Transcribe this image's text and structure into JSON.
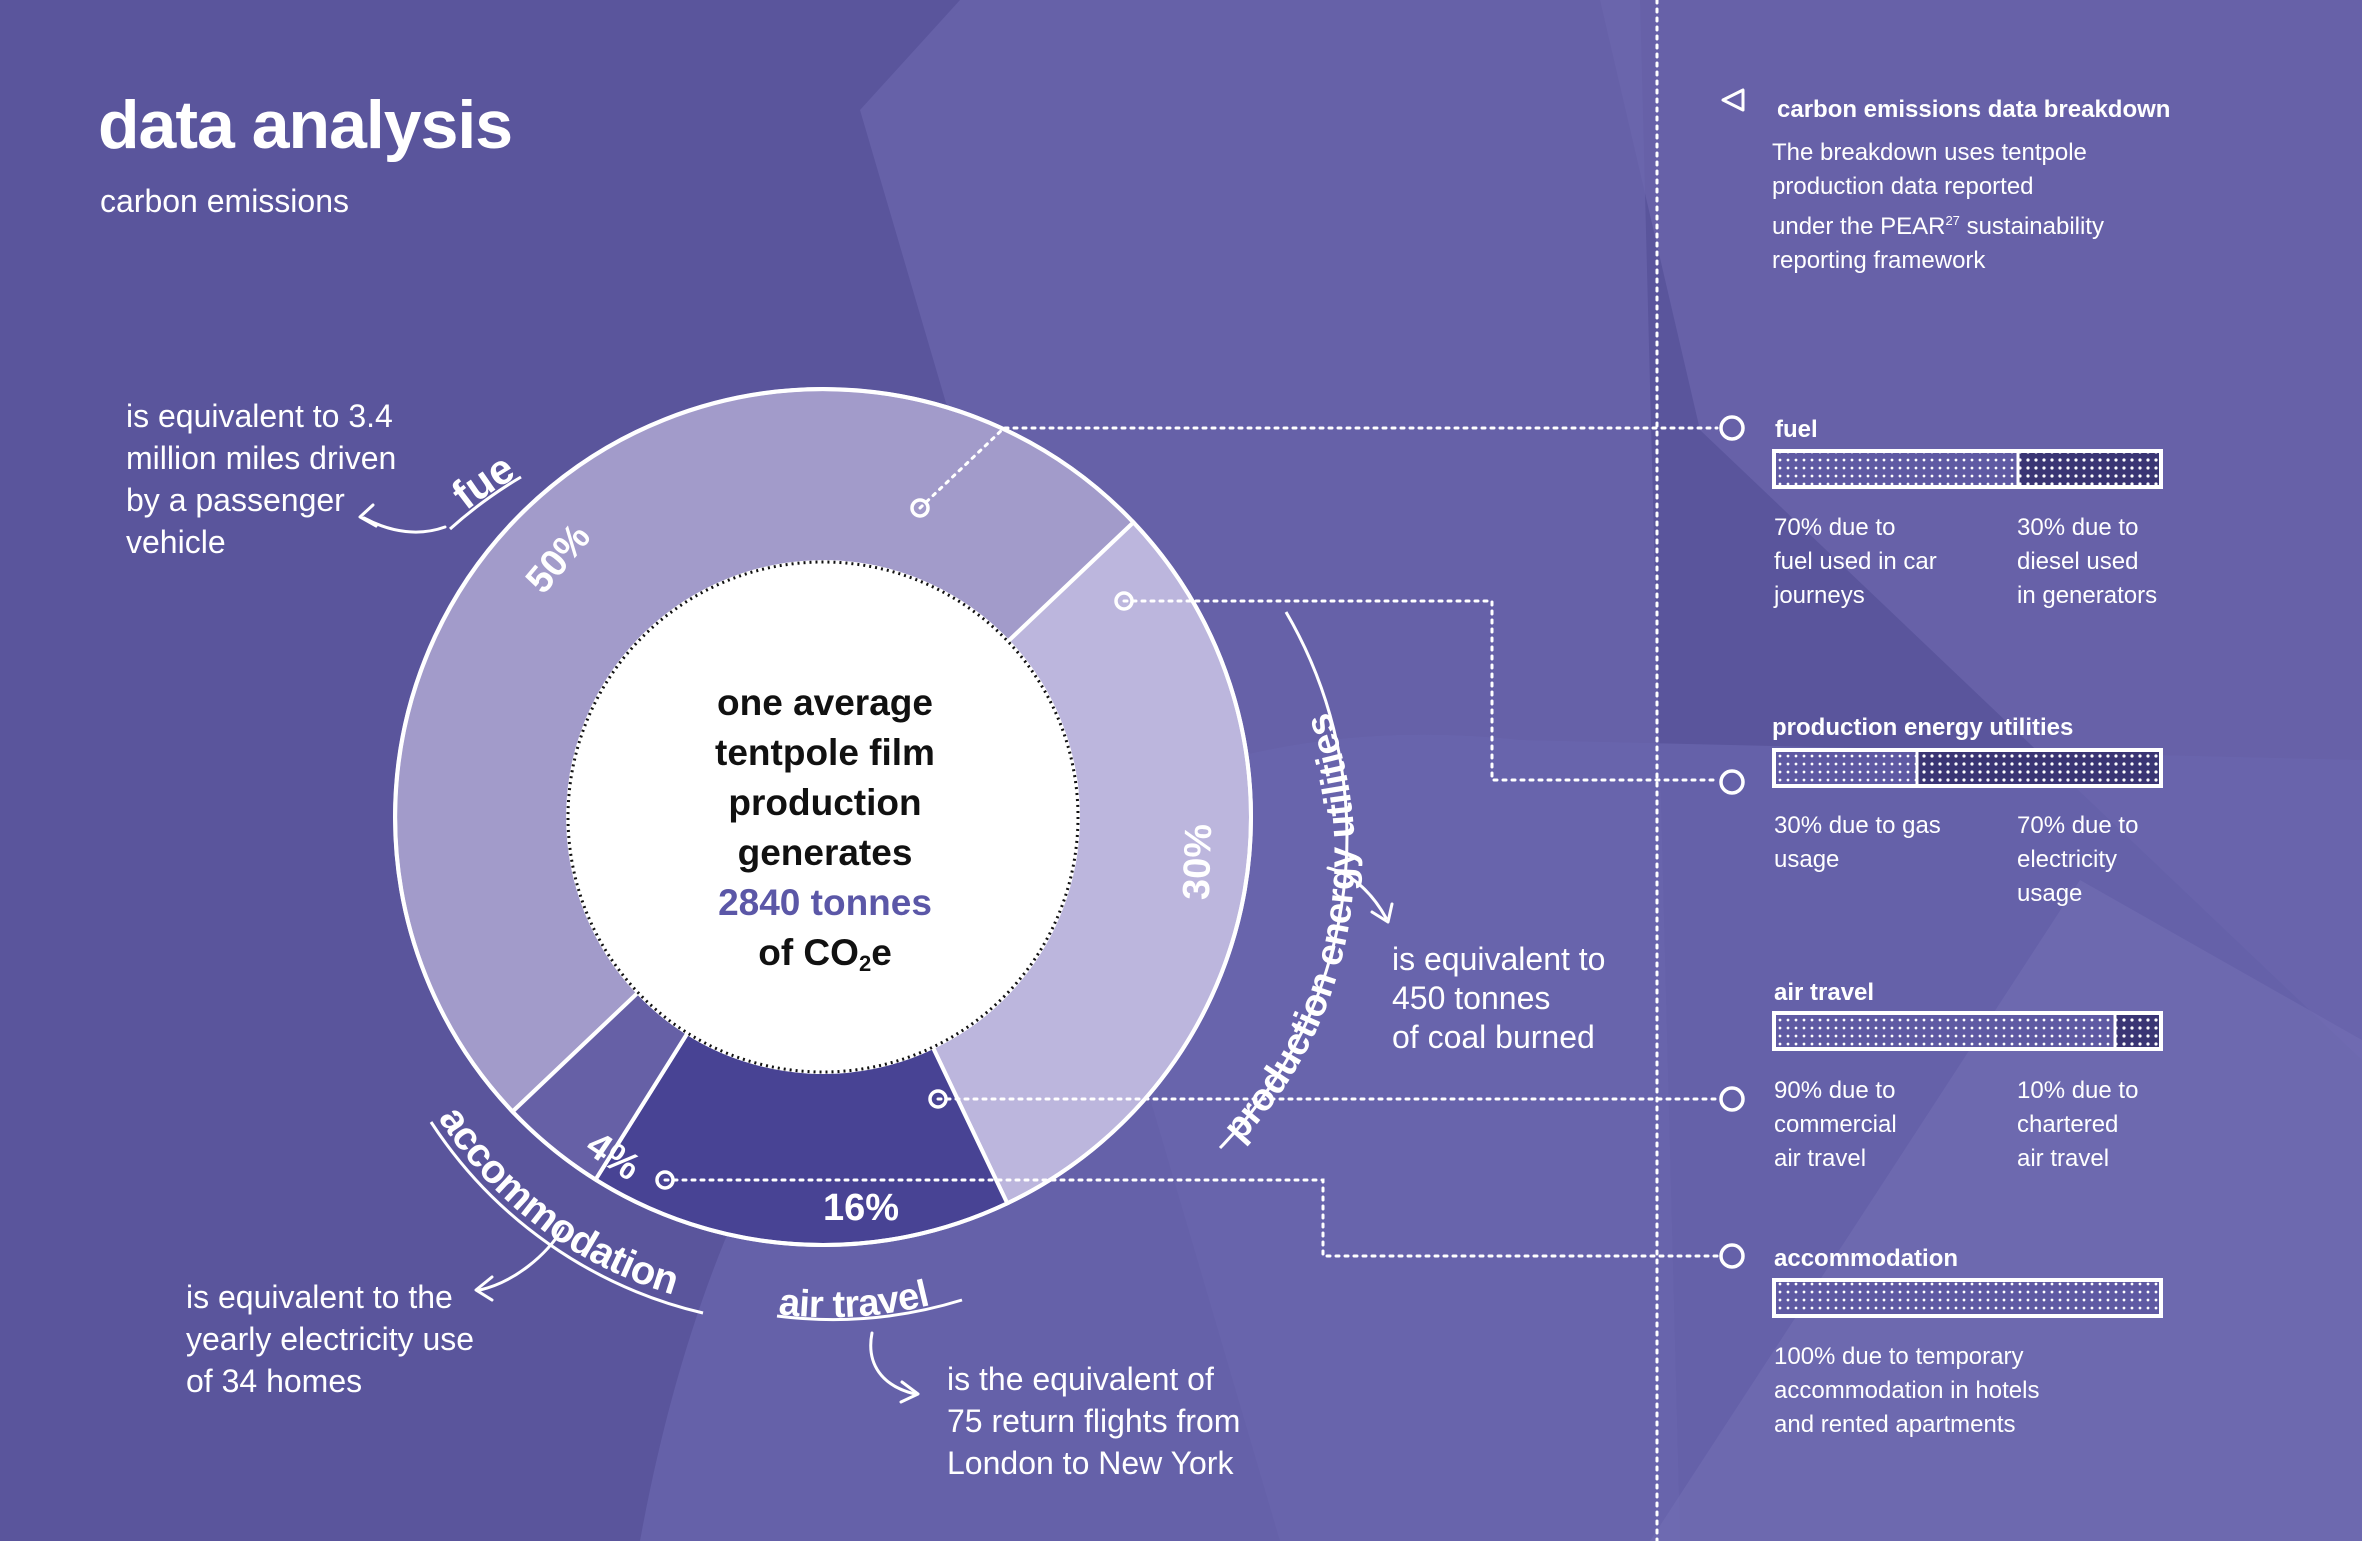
{
  "header": {
    "title": "data analysis",
    "subtitle": "carbon emissions"
  },
  "center": {
    "line1": "one average",
    "line2": "tentpole film",
    "line3": "production",
    "line4": "generates",
    "amount": "2840 tonnes",
    "unit_prefix": "of CO",
    "unit_sub": "2",
    "unit_suffix": "e"
  },
  "chart_data": {
    "type": "pie",
    "total": "2840 tonnes",
    "slices": [
      {
        "category": "fuel",
        "value": 50,
        "label": "50%",
        "equivalent": "is equivalent to 3.4 million miles driven by a passenger vehicle",
        "color": "#a29bca"
      },
      {
        "category": "production energy utilities",
        "value": 30,
        "label": "30%",
        "equivalent": "is equivalent to 450 tonnes of coal burned",
        "color": "#bcb6dd"
      },
      {
        "category": "air travel",
        "value": 16,
        "label": "16%",
        "equivalent": "is the equivalent of 75 return flights from London to New York",
        "color": "#484394"
      },
      {
        "category": "accommodation",
        "value": 4,
        "label": "4%",
        "equivalent": "is equivalent to the yearly electricity use of 34 homes",
        "color": "#6660a6"
      }
    ]
  },
  "arc_labels": {
    "fuel": "fuel",
    "utilities": "production energy utilities",
    "air": "air travel",
    "accommodation": "accommodation"
  },
  "equivalents": {
    "fuel": [
      "is equivalent to 3.4",
      "million miles driven",
      "by a passenger",
      "vehicle"
    ],
    "utilities": [
      "is equivalent to",
      "450 tonnes",
      "of coal burned"
    ],
    "accommodation": [
      "is equivalent to the",
      "yearly electricity use",
      "of 34 homes"
    ],
    "air": [
      "is the equivalent of",
      "75 return flights from",
      "London to New York"
    ]
  },
  "breakdown": {
    "title": "carbon emissions data breakdown",
    "description": [
      "The breakdown uses tentpole",
      "production data reported",
      "under the PEAR",
      "27",
      " sustainability",
      "reporting framework"
    ],
    "sections": [
      {
        "name": "fuel",
        "split": 0.63,
        "left": [
          "70% due to",
          "fuel used in car",
          "journeys"
        ],
        "right": [
          "30% due to",
          "diesel used",
          "in generators"
        ]
      },
      {
        "name": "production energy utilities",
        "split": 0.37,
        "left": [
          "30% due to gas",
          "usage"
        ],
        "right": [
          "70% due to",
          "electricity",
          "usage"
        ]
      },
      {
        "name": "air travel",
        "split": 0.88,
        "left": [
          "90% due to",
          "commercial",
          "air travel"
        ],
        "right": [
          "10% due to",
          "chartered",
          "air travel"
        ]
      },
      {
        "name": "accommodation",
        "split": 1.0,
        "left": [
          "100% due to temporary",
          "accommodation in hotels",
          "and rented apartments"
        ],
        "right": []
      }
    ]
  },
  "colors": {
    "background": "#5a559c",
    "accent": "#5b57a7",
    "center": "#ffffff"
  }
}
